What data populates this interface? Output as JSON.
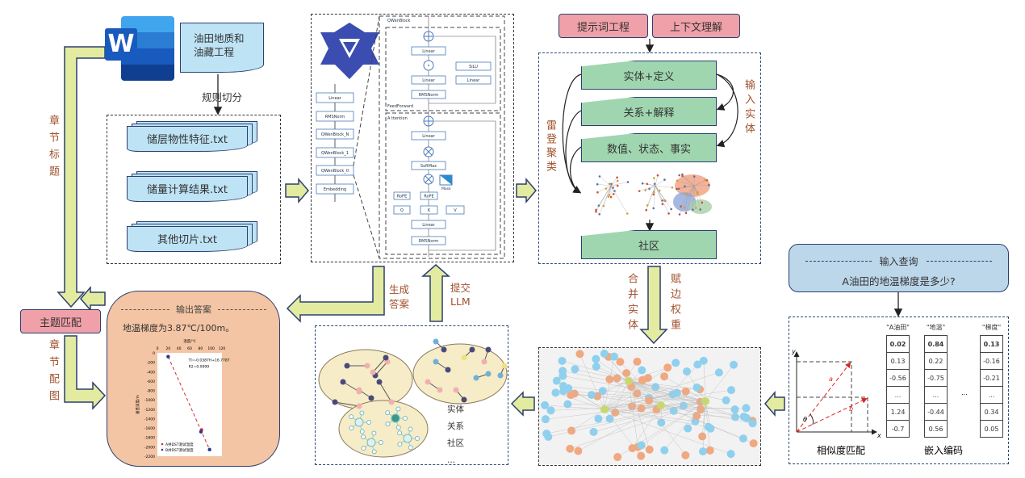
{
  "source": {
    "word_icon_letter": "W",
    "doc_title_line1": "油田地质和",
    "doc_title_line2": "油藏工程",
    "split_label": "规则切分",
    "files": [
      "储层物性特征.txt",
      "储量计算结果.txt",
      "其他切片.txt"
    ]
  },
  "left_flow": {
    "chapter_title_label": "章节标题",
    "topic_match": "主题匹配",
    "chapter_figure_label": "章节配图"
  },
  "qwen": {
    "stack": [
      "Linear",
      "RMSNorm",
      "QWenBlock_N",
      "QWenBlock_1",
      "QWenBlock_0",
      "Embedding"
    ],
    "block_label": "QWenBlock",
    "ff_label": "FeedForward",
    "attn_label": "A ttention",
    "linear": "Linear",
    "silu": "SiLU",
    "rmsnorm": "RMSNorm",
    "softmax": "SoftMax",
    "mask": "Mask",
    "rope": "RoPE",
    "q": "Q",
    "k": "K",
    "v": "V"
  },
  "prompt": {
    "tags": [
      "提示词工程",
      "上下文理解"
    ],
    "boxes": [
      "实体+定义",
      "关系+解释",
      "数值、状态、事实"
    ],
    "community": "社区",
    "leiden_label": "雷登聚类",
    "input_entity_label": "输入实体"
  },
  "merge": {
    "left": "合并实体",
    "right": "赋边权重"
  },
  "llm": {
    "submit_line1": "提交",
    "submit_line2": "LLM",
    "generate_line1": "生成",
    "generate_line2": "答案"
  },
  "community_store": {
    "items": [
      "实体",
      "关系",
      "社区",
      "..."
    ]
  },
  "query": {
    "title": "输入查询",
    "text": "A油田的地温梯度是多少?"
  },
  "embedding": {
    "similarity_label": "相似度匹配",
    "embedding_label": "嵌入编码",
    "vec_a": "a",
    "vec_b": "b",
    "angle": "θ",
    "axis_x": "x",
    "axis_y": "y",
    "ellipsis": "...",
    "columns": [
      {
        "header": "\"A油田\"",
        "values": [
          "0.02",
          "0.13",
          "-0.56",
          "...",
          "1.24",
          "-0.7"
        ]
      },
      {
        "header": "\"地温\"",
        "values": [
          "0.84",
          "0.22",
          "-0.75",
          "...",
          "-0.44",
          "0.56"
        ]
      },
      {
        "header": "\"梯度\"",
        "values": [
          "0.13",
          "-0.16",
          "-0.21",
          "...",
          "0.34",
          "0.05"
        ]
      }
    ]
  },
  "answer": {
    "title": "输出答案",
    "text": "地温梯度为3.87℃/100m。",
    "chart": {
      "type": "scatter",
      "xlabel": "温度/℃",
      "ylabel": "垂直深度/m",
      "xlim": [
        0,
        120
      ],
      "ylim": [
        -2200,
        0
      ],
      "xticks": [
        "0",
        "20",
        "40",
        "60",
        "80",
        "100",
        "120"
      ],
      "yticks": [
        "0",
        "-200",
        "-400",
        "-600",
        "-800",
        "-1000",
        "-1200",
        "-1400",
        "-1600",
        "-1800",
        "-2000",
        "-2200"
      ],
      "equation": "TI=-0.0387H+16.7787",
      "r2": "R2=0.9999",
      "series": [
        {
          "name": "A井DST测试温度",
          "color": "#d03030",
          "points": [
            [
              82,
              -1640
            ]
          ]
        },
        {
          "name": "B井DST测试温度",
          "color": "#2a3a8a",
          "points": [
            [
              20,
              -80
            ],
            [
              81,
              -1680
            ],
            [
              97,
              -2060
            ]
          ]
        }
      ],
      "trendline": [
        [
          20,
          -80
        ],
        [
          97,
          -2060
        ]
      ]
    }
  },
  "colors": {
    "accent_blue": "#2d4a7a",
    "doc_blue": "#bde3f5",
    "pink": "#f0a0a8",
    "green": "#9fd6b0",
    "answer_bg": "#f4c5a4",
    "arrow_yellow": "#e3eba0",
    "label_brown": "#a0522d"
  }
}
